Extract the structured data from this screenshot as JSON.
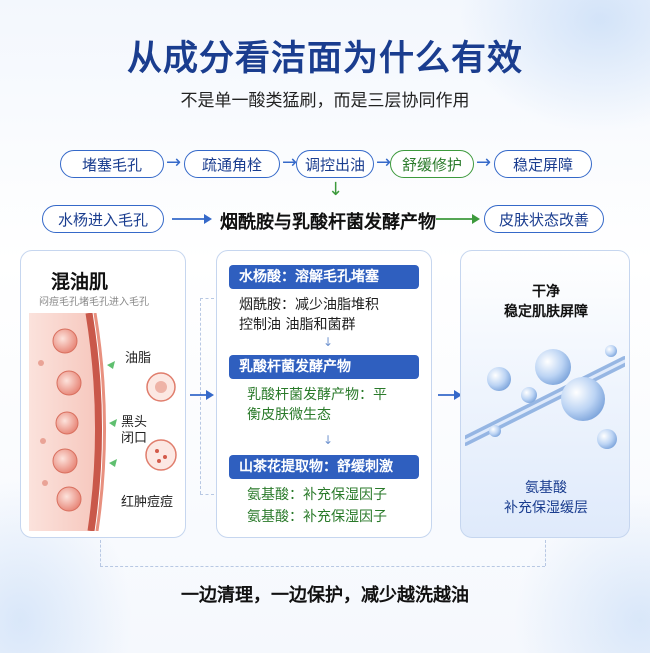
{
  "header": {
    "title": "从成分看洁面为什么有效",
    "subtitle": "不是单一酸类猛刷，而是三层协同作用"
  },
  "flow_row1": [
    "堵塞毛孔",
    "疏通角栓",
    "调控出油",
    "舒缓修护",
    "稳定屏障"
  ],
  "flow_row2": {
    "left": "水杨进入毛孔",
    "middle": "烟酰胺与乳酸杆菌发酵产物",
    "right": "皮肤状态改善"
  },
  "left_card": {
    "title": "混油肌",
    "subtitle": "闷痘毛孔堵毛孔进入毛孔",
    "labels": [
      "油脂",
      "黑头",
      "闭口",
      "红肿痘痘"
    ]
  },
  "middle_card": {
    "sections": [
      {
        "header": "水杨酸：溶解毛孔堵塞",
        "lines": [
          "烟酰胺：减少油脂堆积",
          "控制油 油脂和菌群"
        ],
        "color": "dark"
      },
      {
        "header": "乳酸杆菌发酵产物",
        "lines": [
          "乳酸杆菌发酵产物：平",
          "衡皮肤微生态"
        ],
        "color": "green"
      },
      {
        "header": "山茶花提取物：舒缓刺激",
        "lines": [
          "氨基酸：补充保湿因子",
          "氨基酸：补充保湿因子"
        ],
        "color": "green"
      }
    ]
  },
  "right_card": {
    "title_lines": [
      "干净",
      "稳定肌肤屏障"
    ],
    "bottom_lines": [
      "氨基酸",
      "补充保湿缓层"
    ]
  },
  "footer": {
    "text": "一边清理，一边保护，减少越洗越油"
  },
  "icons": {
    "arrow_right": "→",
    "arrow_down": "↓"
  },
  "colors": {
    "primary": "#1a3d8f",
    "accent_blue": "#2f5fbf",
    "green": "#2a7a2a"
  }
}
